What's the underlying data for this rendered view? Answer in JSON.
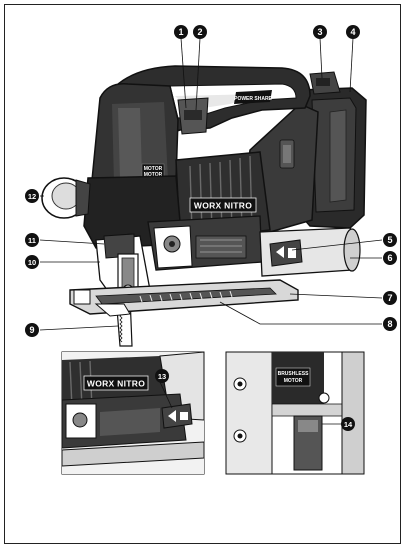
{
  "colors": {
    "dark": "#1c1c1c",
    "mid": "#4a4a4a",
    "light": "#9a9a9a",
    "pale": "#d6d6d6",
    "callout": "#111111"
  },
  "labels": {
    "brand_main": "WORX NITRO",
    "brand_inset": "WORX NITRO",
    "side_badge_top": "MOTOR",
    "side_badge_bottom": "MOTOR",
    "side_badge2_top": "BRUSHLESS",
    "side_badge2_bottom": "MOTOR",
    "handle_badge": "POWER SHARE"
  },
  "callouts": [
    {
      "id": "c1",
      "number": "1"
    },
    {
      "id": "c2",
      "number": "2"
    },
    {
      "id": "c3",
      "number": "3"
    },
    {
      "id": "c4",
      "number": "4"
    },
    {
      "id": "c5",
      "number": "5"
    },
    {
      "id": "c6",
      "number": "6"
    },
    {
      "id": "c7",
      "number": "7"
    },
    {
      "id": "c8",
      "number": "8"
    },
    {
      "id": "c9",
      "number": "9"
    },
    {
      "id": "c10",
      "number": "10"
    },
    {
      "id": "c11",
      "number": "11"
    },
    {
      "id": "c12",
      "number": "12"
    },
    {
      "id": "c13",
      "number": "13"
    },
    {
      "id": "c14",
      "number": "14"
    }
  ]
}
